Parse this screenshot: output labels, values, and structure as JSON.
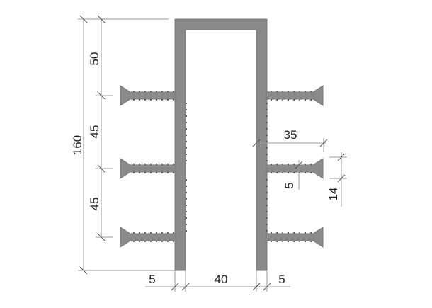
{
  "colors": {
    "profile": "#8a8a8a",
    "dimension_line": "#9a9a9a",
    "text": "#222222"
  },
  "dimensions": {
    "total_height": "160",
    "top_segment": "50",
    "middle_segment": "45",
    "lower_segment": "45",
    "left_wall": "5",
    "inner_width": "40",
    "right_wall": "5",
    "arm_length": "35",
    "arm_thickness": "5",
    "flange_height": "14"
  }
}
